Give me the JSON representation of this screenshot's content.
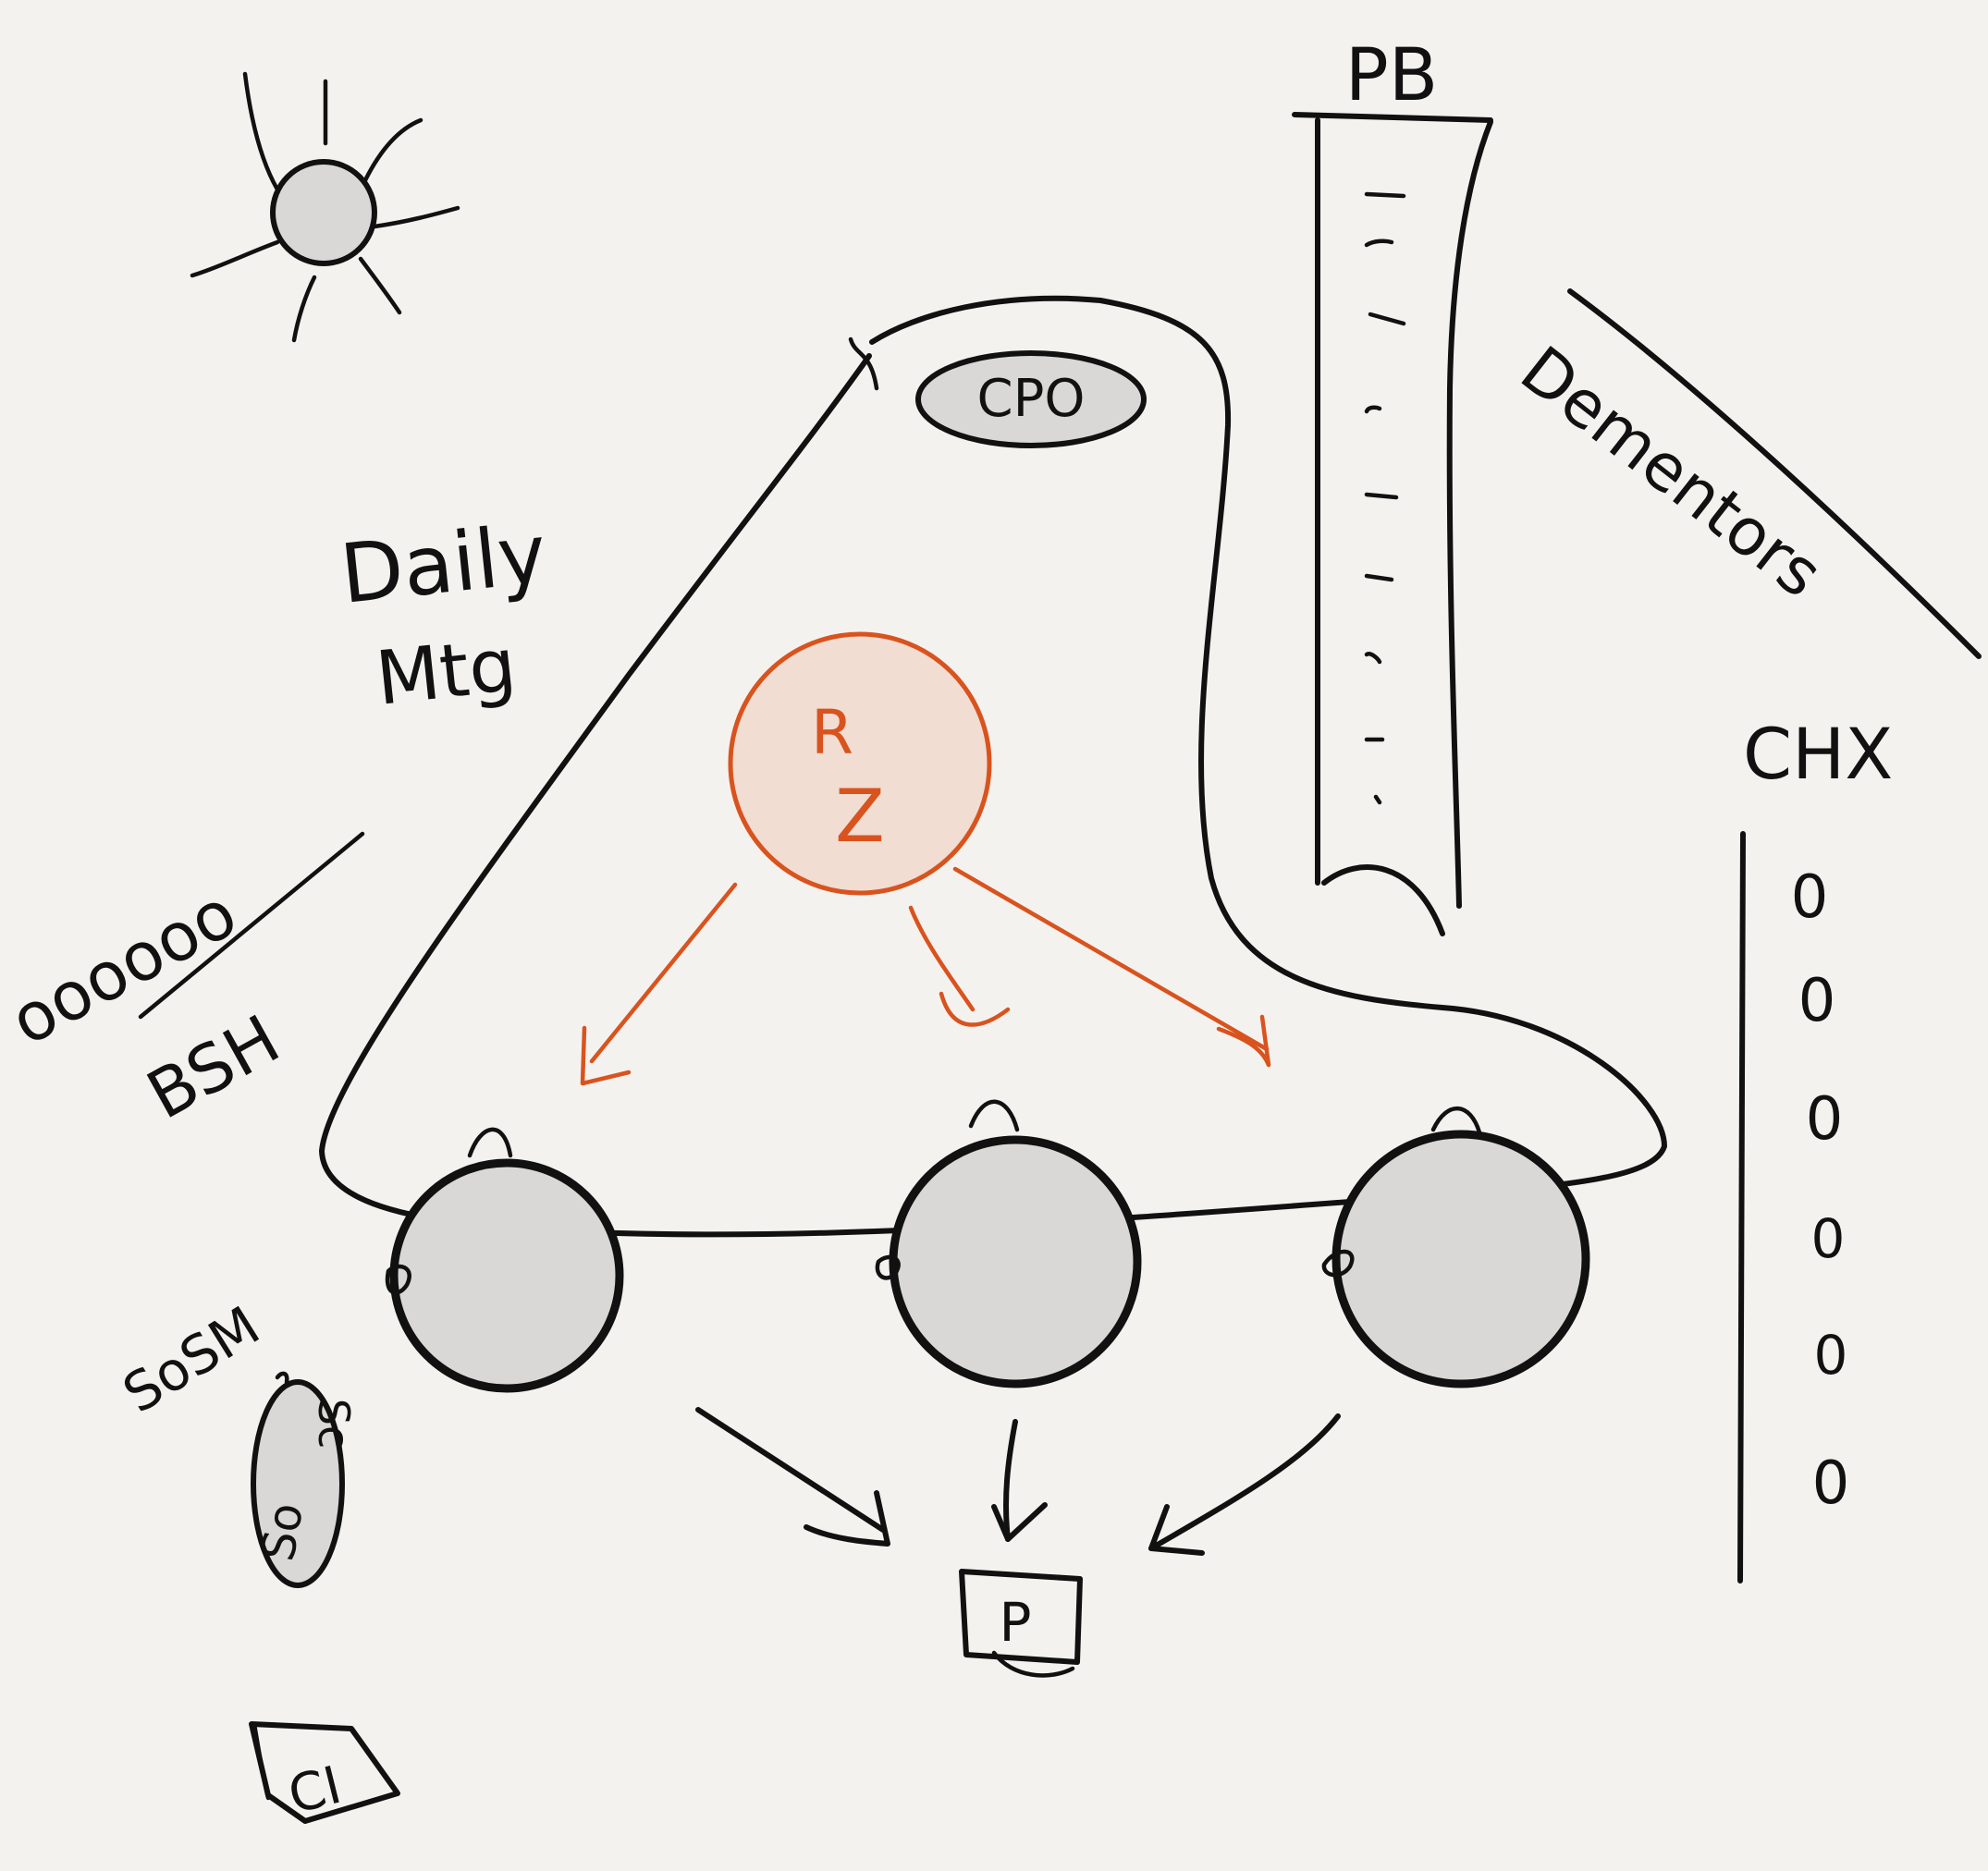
{
  "labels": {
    "pb": "PB",
    "dementors": "Dementors",
    "chx": "CHX",
    "cpo": "CPO",
    "daily": "Daily",
    "mtg": "Mtg",
    "ooo": "oooooo",
    "bsh": "BSH",
    "sosm": "SoSM",
    "so_ellipse_top": "Sc",
    "so_ellipse_bottom": "So",
    "rz_r": "R",
    "rz_z": "Z",
    "p": "P",
    "ci": "CI"
  },
  "chx_items": [
    "0",
    "0",
    "0",
    "0",
    "0",
    "0"
  ],
  "colors": {
    "background": "#f4f2ef",
    "ink": "#111111",
    "gray_fill": "#d9d8d6",
    "accent_orange": "#d9531e",
    "accent_fill": "#f1ddd2"
  }
}
